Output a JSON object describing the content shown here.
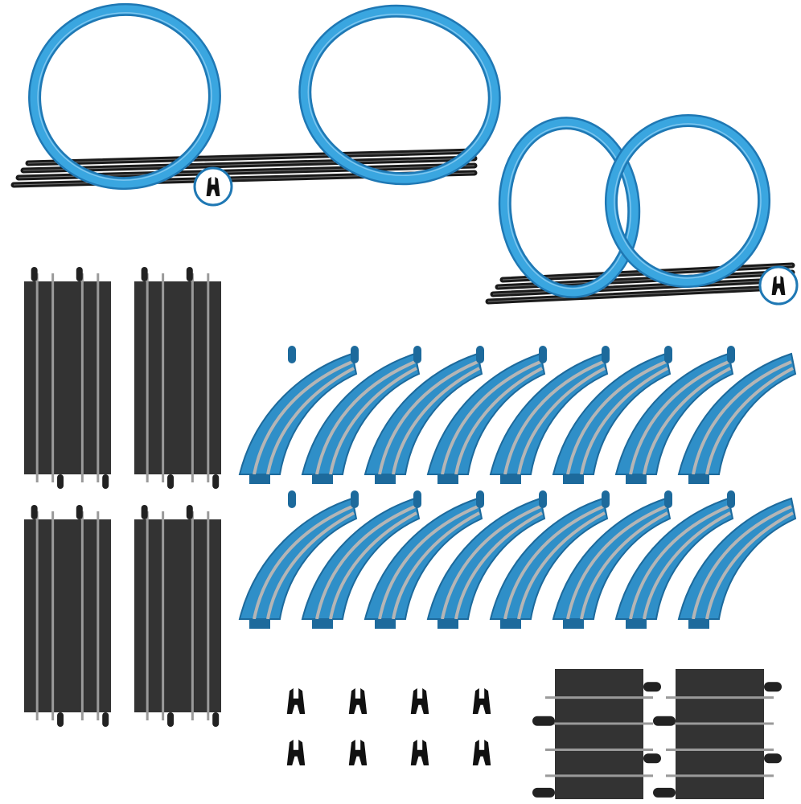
{
  "colors": {
    "background": "#ffffff",
    "loop_blue": "#3aa6e0",
    "loop_blue_dark": "#1f78b4",
    "curve_blue": "#2f8fc8",
    "curve_blue_dark": "#1d6a9c",
    "track_dark": "#333333",
    "rail_gray": "#9a9a9a",
    "clip_black": "#111111"
  },
  "icons": {
    "badge": "track-clip-icon",
    "clip": "track-clip-icon"
  },
  "counts": {
    "loop_sets": 2,
    "straight_tracks": 4,
    "curved_pieces": 16,
    "clips": 8,
    "short_tracks": 2
  }
}
